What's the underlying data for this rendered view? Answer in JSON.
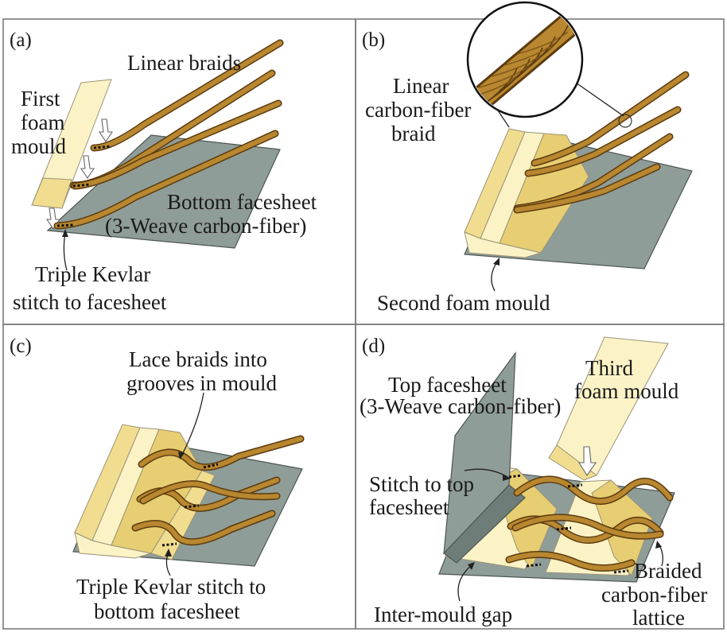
{
  "panels": {
    "a": {
      "letter": "(a)",
      "labels": {
        "linear_braids": "Linear braids",
        "first_foam_1": "First",
        "first_foam_2": "foam",
        "first_foam_3": "mould",
        "bottom_facesheet_1": "Bottom facesheet",
        "bottom_facesheet_2": "(3-Weave carbon-fiber)",
        "kevlar_1": "Triple Kevlar",
        "kevlar_2": "stitch to facesheet"
      }
    },
    "b": {
      "letter": "(b)",
      "labels": {
        "linear_cf_1": "Linear",
        "linear_cf_2": "carbon-fiber",
        "linear_cf_3": "braid",
        "second_foam": "Second foam mould"
      }
    },
    "c": {
      "letter": "(c)",
      "labels": {
        "lace_1": "Lace braids into",
        "lace_2": "grooves in mould",
        "kevlar_1": "Triple Kevlar stitch to",
        "kevlar_2": "bottom facesheet"
      }
    },
    "d": {
      "letter": "(d)",
      "labels": {
        "top_facesheet_1": "Top facesheet",
        "top_facesheet_2": "(3-Weave carbon-fiber)",
        "third_foam_1": "Third",
        "third_foam_2": "foam mould",
        "stitch_top_1": "Stitch to top",
        "stitch_top_2": "facesheet",
        "inter_gap": "Inter-mould gap",
        "lattice_1": "Braided",
        "lattice_2": "carbon-fiber",
        "lattice_3": "lattice"
      }
    }
  },
  "colors": {
    "braid": "#b8872f",
    "foam": "#fbf3c6",
    "facesheet": "#8f9d98"
  }
}
